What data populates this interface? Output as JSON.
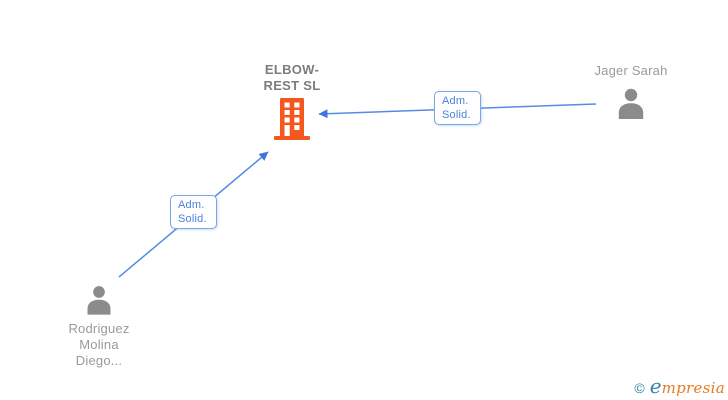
{
  "colors": {
    "edge_blue": "#578AE6",
    "arrow_blue": "#3E74DC",
    "chip_border_blue": "#7AA7E8",
    "chip_text_blue": "#4A80D8",
    "building_orange": "#F4581F",
    "person_gray": "#8B8B8B",
    "name_gray": "#9A9A9A",
    "company_gray": "#7C7C7C",
    "logo_teal": "#2E86A8",
    "logo_orange": "#E87A1E"
  },
  "graph": {
    "company": {
      "label_lines": [
        "ELBOW-",
        "REST SL"
      ]
    },
    "person_top": {
      "label": "Jager Sarah"
    },
    "person_bottom": {
      "label_lines": [
        "Rodriguez",
        "Molina",
        "Diego..."
      ]
    },
    "edge_top": {
      "label_lines": [
        "Adm.",
        "Solid."
      ]
    },
    "edge_bottom": {
      "label_lines": [
        "Adm.",
        "Solid."
      ]
    }
  },
  "watermark": {
    "copyright_symbol": "©",
    "brand_initial": "e",
    "brand_rest": "mpresia"
  }
}
